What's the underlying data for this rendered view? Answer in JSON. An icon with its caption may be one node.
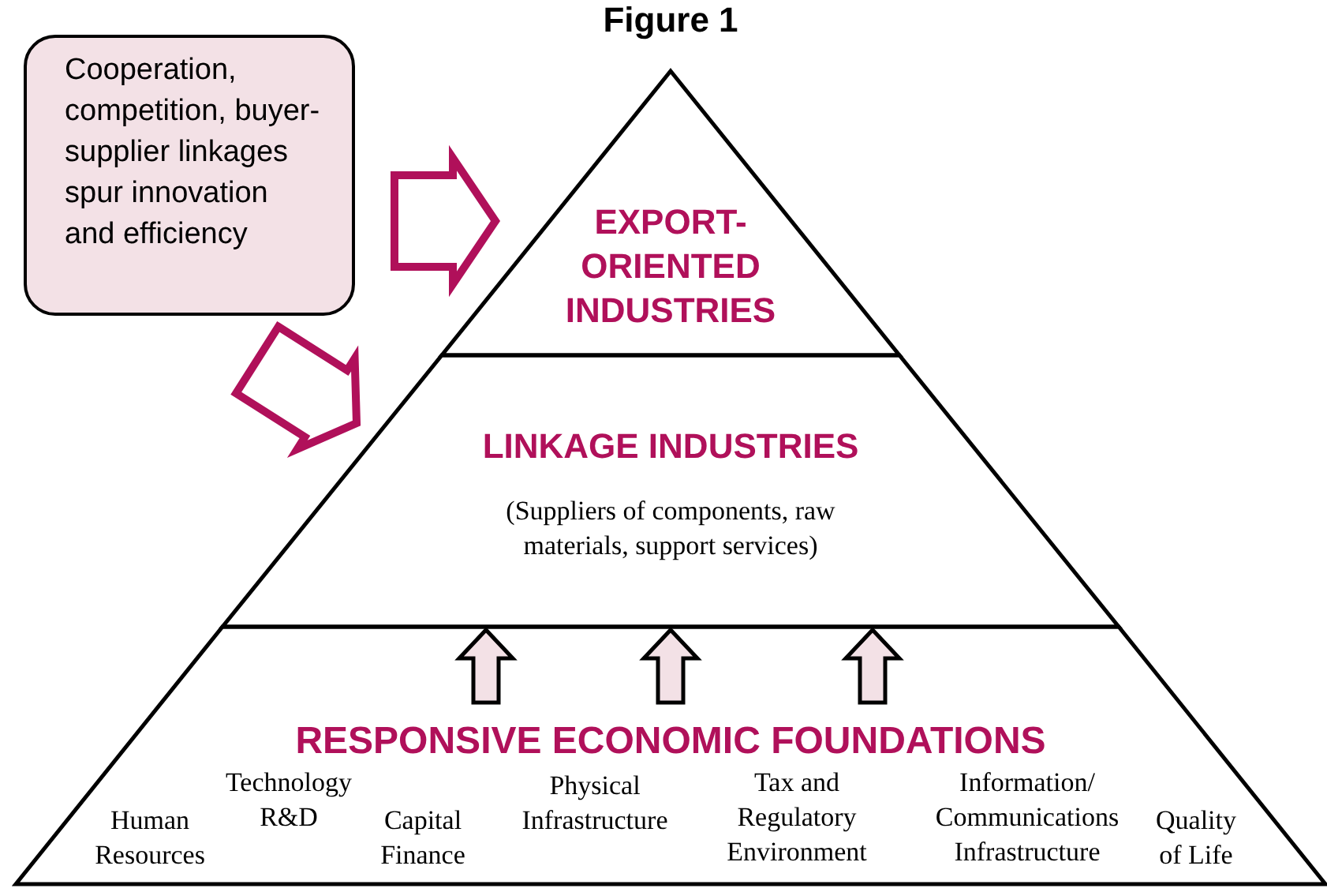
{
  "diagram": {
    "title": "Figure 1",
    "nodes": [
      {
        "text": [
          "Cooperation, competition, buyer-supplier linkages spur innovation and efficiency"
        ]
      },
      {
        "text": [
          "EXPORT-ORIENTED INDUSTRIES"
        ]
      },
      {
        "text": [
          "LINKAGE INDUSTRIES",
          "(Suppliers of components, raw materials, support services)"
        ]
      },
      {
        "text": [
          "RESPONSIVE ECONOMIC FOUNDATIONS",
          "Technology R&D",
          "Human Resources",
          "Capital Finance",
          "Physical Infrastructure",
          "Tax and Regulatory Environment",
          "Information/ Communications Infrastructure",
          "Quality of Life"
        ]
      }
    ],
    "edges": [
      {
        "from": 0,
        "to": 1,
        "arrow": "to",
        "style": "thick",
        "color": "#b0105a"
      },
      {
        "from": 0,
        "to": 2,
        "arrow": "to",
        "style": "thick",
        "color": "#b0105a"
      },
      {
        "from": 3,
        "to": 2,
        "arrow": "to"
      },
      {
        "from": 3,
        "to": 2,
        "arrow": "to"
      },
      {
        "from": 3,
        "to": 2,
        "arrow": "to"
      }
    ]
  }
}
